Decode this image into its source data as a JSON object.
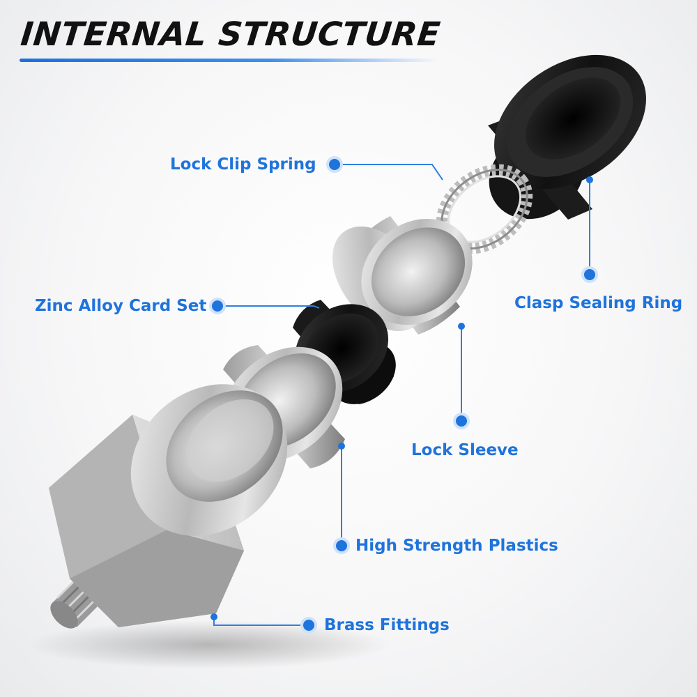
{
  "title": "INTERNAL STRUCTURE",
  "colors": {
    "accent": "#1f73dc",
    "title": "#111111"
  },
  "labels": {
    "lock_clip_spring": "Lock Clip Spring",
    "clasp_sealing_ring": "Clasp Sealing Ring",
    "zinc_alloy_card_set": "Zinc Alloy Card Set",
    "lock_sleeve": "Lock Sleeve",
    "high_strength_plastics": "High Strength Plastics",
    "brass_fittings": "Brass Fittings"
  }
}
